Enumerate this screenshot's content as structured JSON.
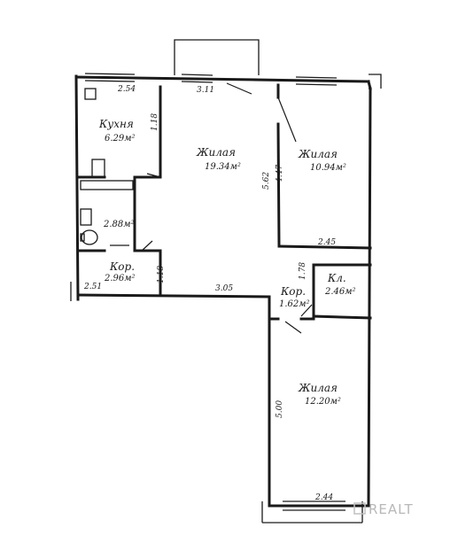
{
  "rooms": [
    {
      "id": "kitchen",
      "name": "Кухня",
      "area": "6.29м²"
    },
    {
      "id": "living-1",
      "name": "Жилая",
      "area": "19.34м²"
    },
    {
      "id": "living-2",
      "name": "Жилая",
      "area": "10.94м²"
    },
    {
      "id": "bathroom",
      "name": "",
      "area": "2.88м²"
    },
    {
      "id": "corridor-1",
      "name": "Кор.",
      "area": "2.96м²"
    },
    {
      "id": "storage",
      "name": "Кл.",
      "area": "2.46м²"
    },
    {
      "id": "corridor-2",
      "name": "Кор.",
      "area": "1.62м²"
    },
    {
      "id": "living-3",
      "name": "Жилая",
      "area": "12.20м²"
    }
  ],
  "dimensions": [
    "2.54",
    "3.11",
    "1.18",
    "5.62",
    "4.47",
    "2.45",
    "1.78",
    "3.05",
    "2.51",
    "1.18",
    "5.00",
    "2.44"
  ],
  "watermark": "REALT"
}
